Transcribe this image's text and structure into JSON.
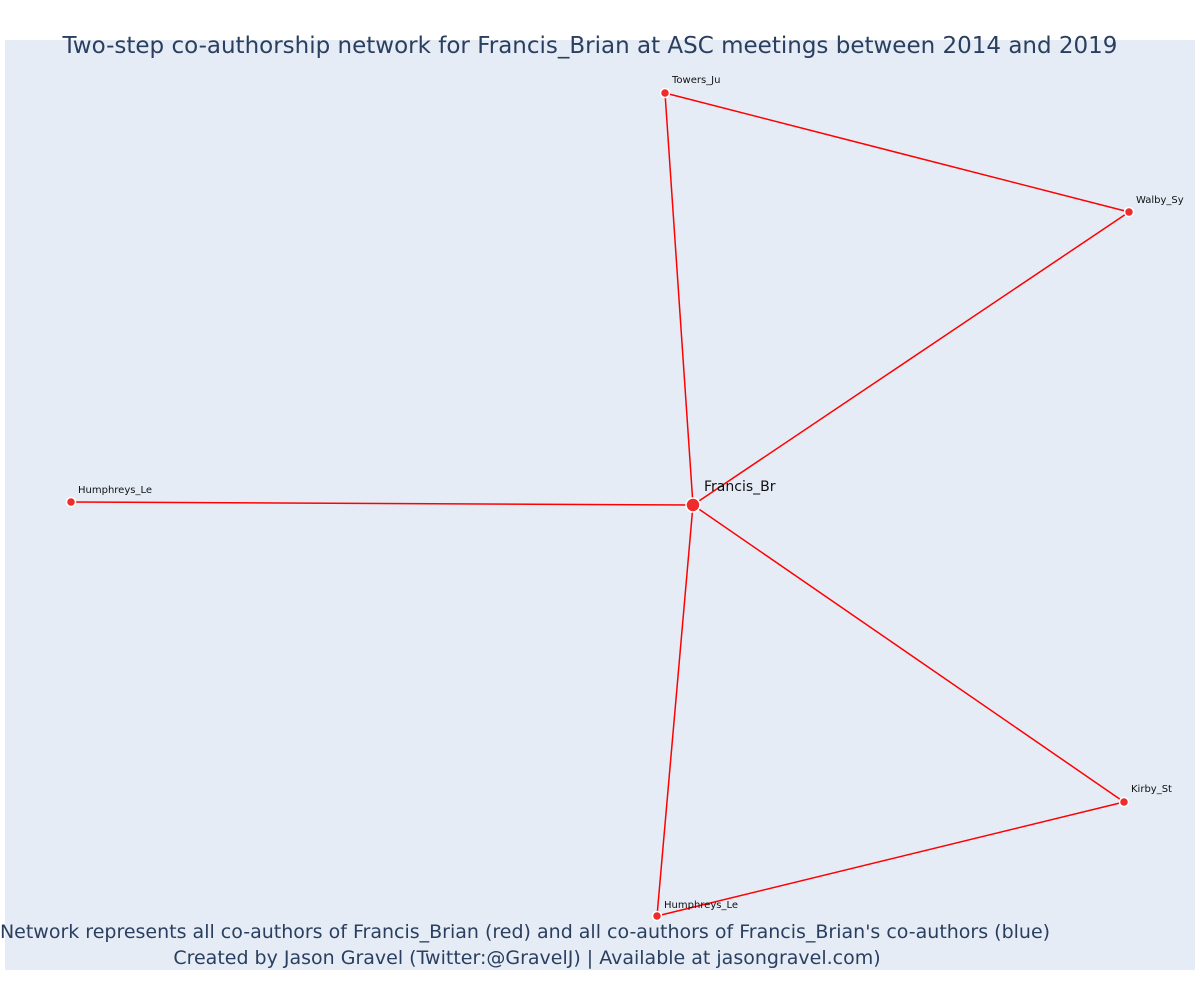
{
  "title": "Two-step co-authorship network for Francis_Brian at ASC meetings between 2014 and 2019",
  "caption": {
    "line1": "Network represents all co-authors of Francis_Brian (red) and all co-authors of Francis_Brian's co-authors (blue)",
    "line2": "Created by Jason Gravel (Twitter:@GravelJ) | Available at jasongravel.com)"
  },
  "colors": {
    "background": "#e5ecf6",
    "edge": "#ff0000",
    "coauthor_node": "#ef2b2b",
    "text": "#2a3f5f"
  },
  "network": {
    "focal": "Francis_Br",
    "nodes": [
      {
        "id": "francis",
        "label": "Francis_Br",
        "focal": true
      },
      {
        "id": "towers",
        "label": "Towers_Ju"
      },
      {
        "id": "walby",
        "label": "Walby_Sy"
      },
      {
        "id": "humphreys_left",
        "label": "Humphreys_Le"
      },
      {
        "id": "kirby",
        "label": "Kirby_St"
      },
      {
        "id": "humphreys_bottom",
        "label": "Humphreys_Le"
      }
    ],
    "edges": [
      {
        "source": "francis",
        "target": "towers"
      },
      {
        "source": "francis",
        "target": "walby"
      },
      {
        "source": "towers",
        "target": "walby"
      },
      {
        "source": "francis",
        "target": "humphreys_left"
      },
      {
        "source": "francis",
        "target": "kirby"
      },
      {
        "source": "francis",
        "target": "humphreys_bottom"
      },
      {
        "source": "kirby",
        "target": "humphreys_bottom"
      }
    ]
  }
}
